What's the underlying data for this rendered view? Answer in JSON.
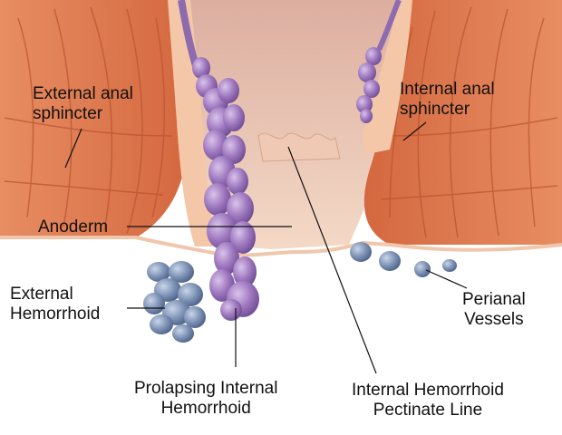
{
  "labels": {
    "external_sphincter": [
      "External anal",
      "sphincter"
    ],
    "internal_sphincter": [
      "Internal anal",
      "sphincter"
    ],
    "anoderm": "Anoderm",
    "external_hemorrhoid": [
      "External",
      "Hemorrhoid"
    ],
    "perianal_vessels": [
      "Perianal",
      "Vessels"
    ],
    "prolapsing_internal": [
      "Prolapsing Internal",
      "Hemorrhoid"
    ],
    "internal_hemorrhoid": "Internal Hemorrhoid",
    "pectinate_line": "Pectinate Line"
  },
  "colors": {
    "muscle": "#e07a52",
    "muscle_dark": "#c35a36",
    "muscle_light": "#f0a27c",
    "mucosa": "#f3c7a8",
    "canal": "#e9c4b6",
    "hemorrhoid_internal": "#a07ac0",
    "hemorrhoid_internal_dark": "#6f4d95",
    "hemorrhoid_external": "#7f94b6",
    "hemorrhoid_external_dark": "#4d6288",
    "skin": "#ffffff"
  }
}
